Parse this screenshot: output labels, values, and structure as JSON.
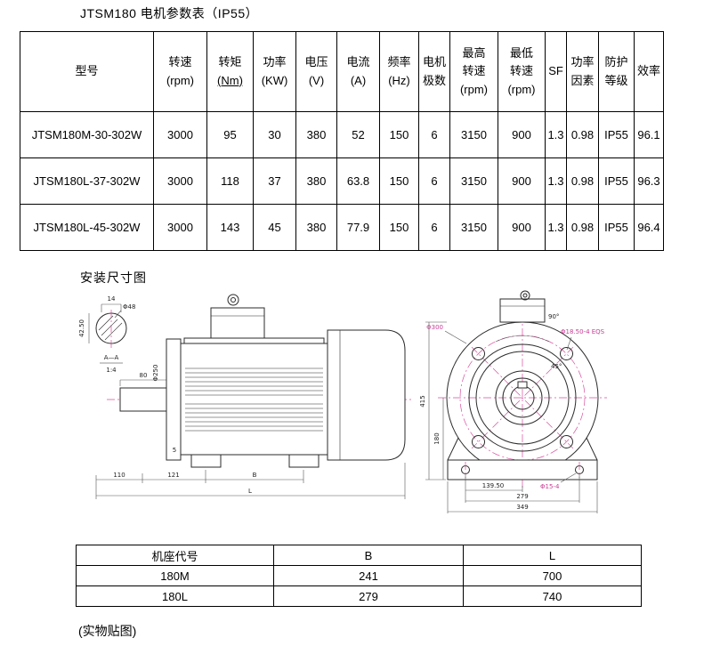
{
  "page": {
    "title": "JTSM180 电机参数表（IP55）",
    "caption": "(实物贴图)"
  },
  "param_table": {
    "headers": [
      [
        "型号"
      ],
      [
        "转速",
        "(rpm)"
      ],
      [
        "转矩",
        "(Nm)"
      ],
      [
        "功率",
        "(KW)"
      ],
      [
        "电压",
        "(V)"
      ],
      [
        "电流",
        "(A)"
      ],
      [
        "频率",
        "(Hz)"
      ],
      [
        "电机",
        "极数"
      ],
      [
        "最高",
        "转速",
        "(rpm)"
      ],
      [
        "最低",
        "转速",
        "(rpm)"
      ],
      [
        "SF"
      ],
      [
        "功率",
        "因素"
      ],
      [
        "防护",
        "等级"
      ],
      [
        "效率"
      ]
    ],
    "rows": [
      [
        "JTSM180M-30-302W",
        "3000",
        "95",
        "30",
        "380",
        "52",
        "150",
        "6",
        "3150",
        "900",
        "1.3",
        "0.98",
        "IP55",
        "96.1"
      ],
      [
        "JTSM180L-37-302W",
        "3000",
        "118",
        "37",
        "380",
        "63.8",
        "150",
        "6",
        "3150",
        "900",
        "1.3",
        "0.98",
        "IP55",
        "96.3"
      ],
      [
        "JTSM180L-45-302W",
        "3000",
        "143",
        "45",
        "380",
        "77.9",
        "150",
        "6",
        "3150",
        "900",
        "1.3",
        "0.98",
        "IP55",
        "96.4"
      ]
    ]
  },
  "drawing": {
    "section_title": "安装尺寸图",
    "side": {
      "dim14": "14",
      "dia48": "Φ48",
      "dim4250": "42.50",
      "section": "A—A",
      "scale": "1:4",
      "dia250": "Φ250",
      "dim80": "80",
      "dim5": "5",
      "dim110": "110",
      "dim121": "121",
      "dimB": "B",
      "dimL": "L"
    },
    "front": {
      "dia300": "Φ300",
      "angle90": "90°",
      "holes_flange": "Φ18.50-4 EQS",
      "angle45": "45°",
      "dim415": "415",
      "dim180": "180",
      "dim13950": "139.50",
      "holes_foot": "Φ15-4",
      "dim279": "279",
      "dim349": "349"
    }
  },
  "frame_table": {
    "headers": [
      "机座代号",
      "B",
      "L"
    ],
    "rows": [
      [
        "180M",
        "241",
        "700"
      ],
      [
        "180L",
        "279",
        "740"
      ]
    ]
  },
  "colors": {
    "centerline_magenta": "#d94f9e",
    "geometry_black": "#2b2b2b",
    "table_border": "#000000"
  }
}
